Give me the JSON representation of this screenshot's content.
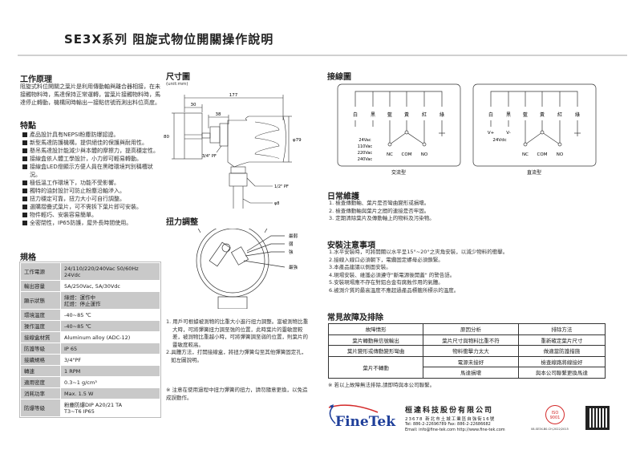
{
  "header": {
    "title": "SE3X系列 阻旋式物位開關操作說明"
  },
  "principle": {
    "heading": "工作原理",
    "text": "阻旋式料位開關之葉片是利用傳動軸與離合器相接，在未接觸物料時，馬達保持正常運轉，當葉片接觸物料時，馬達停止轉動，機構同時輸出一接點信號而測出料位高度。"
  },
  "features": {
    "heading": "特點",
    "items": [
      "產品設計具有NEPSI粉塵防爆認證。",
      "新型馬達防護機構，提供絕佳的保護與耐用性。",
      "懸吊馬達設計能減少與本體的摩擦力，提高穩定性。",
      "接線盒依人體工學設計，小力即可輕易轉動。",
      "接線盒LED燈顯示方便人員在黑暗環境判別稱槽狀況。",
      "極低溫工作環境下，功能不受影響。",
      "獨特的油封設計可防止粉塵沿軸滲入。",
      "扭力穩定可靠，扭力大小可自行調整。",
      "選購摺疊式葉片，可不需拆下葉片即可安裝。",
      "物件輕巧、安裝容易簡單。",
      "全密閉性，IP65防護，屋外長時間使用。"
    ]
  },
  "spec": {
    "heading": "規格",
    "rows": [
      {
        "label": "工作電源",
        "value": "24/110/220/240Vac 50/60Hz\n24Vdc"
      },
      {
        "label": "輸出容量",
        "value": "5A/250Vac, 5A/30Vdc"
      },
      {
        "label": "顯示狀態",
        "value": "綠燈：運作中\n紅燈：停止運作"
      },
      {
        "label": "環境溫度",
        "value": "-40~85 ℃"
      },
      {
        "label": "操作溫度",
        "value": "-40~85 ℃"
      },
      {
        "label": "接線盒材質",
        "value": "Aluminum alloy (ADC-12)"
      },
      {
        "label": "防護等級",
        "value": "IP 65"
      },
      {
        "label": "接續規格",
        "value": "3/4\"PF"
      },
      {
        "label": "轉速",
        "value": "1 RPM"
      },
      {
        "label": "適用密度",
        "value": "0.3~1 g/cm³"
      },
      {
        "label": "消耗功率",
        "value": "Max. 1.5 W"
      },
      {
        "label": "防爆等級",
        "value": "粉塵防爆DIP A20/21 TA\nT3~T6 IP65"
      }
    ]
  },
  "dimension": {
    "heading": "尺寸圖",
    "unit": "(unit:mm)",
    "d177": "177",
    "d30": "30",
    "d38": "38",
    "d80": "80",
    "d79": "φ79",
    "thread": "3/4\" PF",
    "conduit": "1/2\" PF",
    "cable": "φ8"
  },
  "torque": {
    "heading": "扭力調整",
    "labels": [
      "最弱",
      "弱",
      "強",
      "最強"
    ],
    "steps": [
      "1. 用戶可根據被測物的比重大小進行扭力調整。當被測物比重大時，可將彈簧扭力調至強的位置，此時葉片的靈敏度較差，被測物比重越小時，可將彈簧調至弱的位置，則葉片的靈敏度較高。",
      "2.具體方法，打開接線盒，將扭力彈簧勾至其他彈簧固定孔，如左圖說明。"
    ],
    "note": "※ 注意在使用過程中扭力彈簧的扭力，請勿隨意更換，以免造成誤動作。"
  },
  "wiring": {
    "heading": "接線圖",
    "wires": [
      "白",
      "黑",
      "藍",
      "黃",
      "紅",
      "綠"
    ],
    "ac": {
      "caption": "交流型",
      "voltages": [
        "24Vac",
        "110Vac",
        "220Vac",
        "240Vac"
      ]
    },
    "dc": {
      "caption": "直流型",
      "vplus": "V+",
      "vminus": "V-",
      "voltage": "24Vdc"
    },
    "contacts": [
      "NC",
      "COM",
      "NO"
    ]
  },
  "maintenance": {
    "heading": "日常維護",
    "items": [
      "1. 檢查傳動軸、葉片是否彎曲變形或損壞。",
      "2. 檢查傳動軸與葉片之間的連接是否牢固。",
      "3. 定期清除葉片及傳動軸上的物料及污染物。"
    ]
  },
  "install": {
    "heading": "安裝注意事項",
    "items": [
      "1.水平安裝時，可將開關以水平呈15°~20°之夾角安裝，以減少物料的衝擊。",
      "2.接線入線口必須朝下，電纜固定螺母必須鎖緊。",
      "3.本產品建議以側面安裝。",
      "4.現場安裝、維護必須遵守\"斷電源後開蓋\" 的警告語。",
      "5.安裝現場應不存在對鋁合金有腐蝕作用的氣體。",
      "6.被測介質的最高溫度不應超過產品標籤所標示的溫度。"
    ]
  },
  "troubleshoot": {
    "heading": "常見故障及排除",
    "headers": [
      "故障情形",
      "原因分析",
      "排除方法"
    ],
    "rows": [
      [
        "葉片轉動無信號輸出",
        "葉片尺寸與物料比重不符",
        "重新確定葉片尺寸"
      ],
      [
        "葉片變形或傳動變形彎曲",
        "物料衝擊力太大",
        "做適當防護措施"
      ],
      [
        "葉片不轉動",
        "電源未接好",
        "檢查線路將線接好"
      ],
      [
        "",
        "馬達損壞",
        "與本公司聯繫更換馬達"
      ]
    ],
    "note": "※ 若以上故障無法排除,請即時與本公司聯繫。"
  },
  "footer": {
    "brand": "FineTek",
    "company": "桓達科技股份有限公司",
    "address": "23678 新北市土城工業區自強街16號",
    "phone": "Tel: 886-2-22696789  Fax: 886-2-22686682",
    "web": "Email: info@fine-tek.com   http://www.fine-tek.com",
    "iso": "ISO 9001",
    "doc_code": "08-SE3X-B0-CH,2022/2015",
    "colors": {
      "brand_blue": "#1f3f9a",
      "brand_red": "#d42a2a"
    }
  }
}
